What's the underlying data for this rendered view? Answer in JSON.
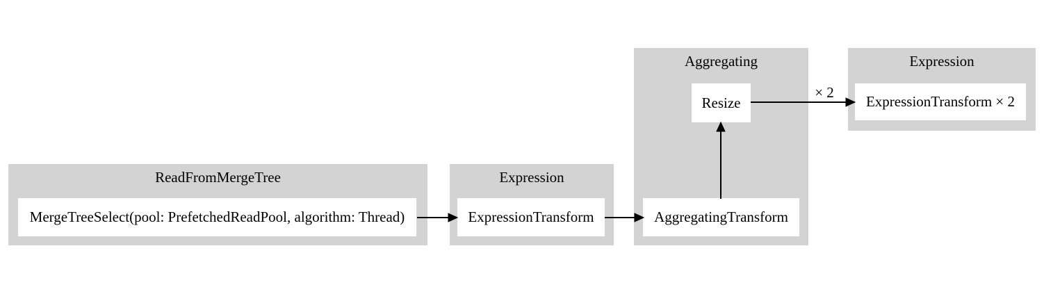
{
  "diagram": {
    "clusters": [
      {
        "label": "ReadFromMergeTree",
        "nodes": [
          {
            "label": "MergeTreeSelect(pool: PrefetchedReadPool, algorithm: Thread)"
          }
        ]
      },
      {
        "label": "Expression",
        "nodes": [
          {
            "label": "ExpressionTransform"
          }
        ]
      },
      {
        "label": "Aggregating",
        "nodes": [
          {
            "label": "Resize"
          },
          {
            "label": "AggregatingTransform"
          }
        ]
      },
      {
        "label": "Expression",
        "nodes": [
          {
            "label": "ExpressionTransform × 2"
          }
        ]
      }
    ],
    "edges": [
      {
        "from": "MergeTreeSelect(pool: PrefetchedReadPool, algorithm: Thread)",
        "to": "ExpressionTransform",
        "label": ""
      },
      {
        "from": "ExpressionTransform",
        "to": "AggregatingTransform",
        "label": ""
      },
      {
        "from": "AggregatingTransform",
        "to": "Resize",
        "label": ""
      },
      {
        "from": "Resize",
        "to": "ExpressionTransform × 2",
        "label": "× 2"
      }
    ],
    "colors": {
      "cluster_background": "#d3d3d3",
      "node_background": "#ffffff",
      "edge": "#000000",
      "text": "#000000"
    }
  }
}
